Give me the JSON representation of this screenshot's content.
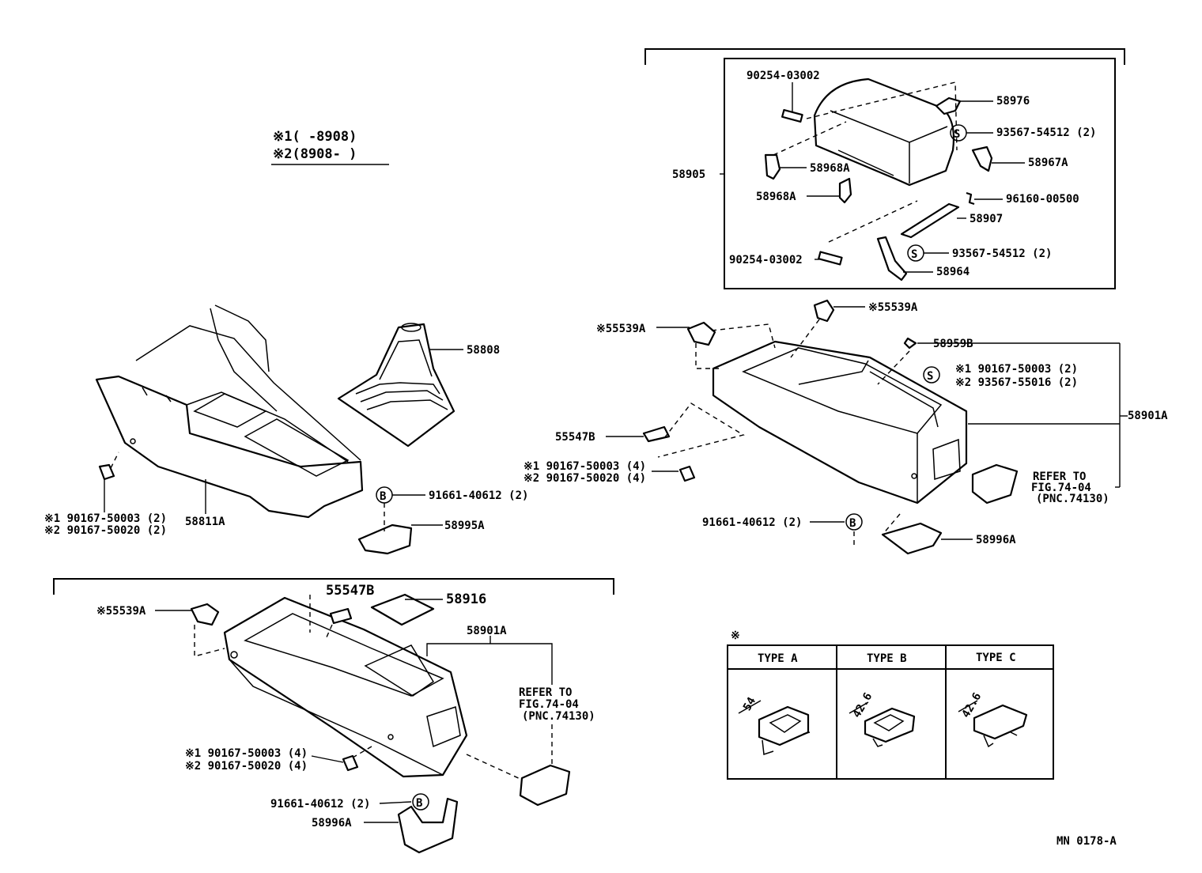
{
  "legend": {
    "line1": "※1(      -8908)",
    "line2": "※2(8908-      )"
  },
  "labels": {
    "p90254_03002_a": "90254-03002",
    "p58976": "58976",
    "p93567_54512_a": "93567-54512 (2)",
    "p58905": "58905",
    "p58968A_a": "58968A",
    "p58967A": "58967A",
    "p58968A_b": "58968A",
    "p96160_00500": "96160-00500",
    "p58907": "58907",
    "p90254_03002_b": "90254-03002",
    "p93567_54512_b": "93567-54512 (2)",
    "p58964": "58964",
    "p55539A_a": "※55539A",
    "p55539A_b": "※55539A",
    "p58959B": "58959B",
    "p90167_50003_r2a": "※1 90167-50003 (2)",
    "p93567_55016": "※2 93567-55016 (2)",
    "p58901A_r": "58901A",
    "p55547B_r": "55547B",
    "p90167_50003_r4a": "※1 90167-50003 (4)",
    "p90167_50020_r4a": "※2 90167-50020 (4)",
    "refer_r_1": "REFER TO",
    "refer_r_2": "FIG.74-04",
    "refer_r_3": "(PNC.74130)",
    "p91661_40612_r": "91661-40612 (2)",
    "p58996A_r": "58996A",
    "p58808": "58808",
    "p58811A": "58811A",
    "p90167_50003_l2": "※1 90167-50003 (2)",
    "p90167_50020_l2": "※2 90167-50020 (2)",
    "p91661_40612_m": "91661-40612 (2)",
    "p58995A": "58995A",
    "p55539A_c": "※55539A",
    "p55547B_b": "55547B",
    "p58916": "58916",
    "p58901A_b": "58901A",
    "refer_b_1": "REFER TO",
    "refer_b_2": "FIG.74-04",
    "refer_b_3": "(PNC.74130)",
    "p90167_50003_b4": "※1 90167-50003 (4)",
    "p90167_50020_b4": "※2 90167-50020 (4)",
    "p91661_40612_b": "91661-40612 (2)",
    "p58996A_b": "58996A"
  },
  "symbols": {
    "s": "S",
    "b": "B",
    "star": "※"
  },
  "types_table": {
    "mark": "※",
    "headers": [
      "TYPE A",
      "TYPE B",
      "TYPE C"
    ],
    "dims": [
      "54",
      "42.6",
      "42.6"
    ]
  },
  "code": "MN 0178-A"
}
